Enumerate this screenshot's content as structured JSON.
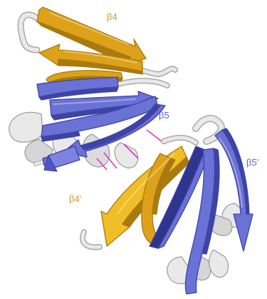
{
  "labels": {
    "b4": "β4",
    "b5": "β5",
    "b4_prime": "β4'",
    "b5_prime": "β5'"
  },
  "colors": {
    "beta4_gold": "#DDA21A",
    "beta4_gold_dark": "#A97A0E",
    "beta5_blue": "#6B72D6",
    "beta5_blue_dark": "#3D44A6",
    "coil_white": "#E9E9E9",
    "coil_shadow": "#A8A8A8",
    "hbond_magenta": "#E62FCB",
    "label_gold": "#D29A1C",
    "label_blue": "#5F64D8"
  }
}
